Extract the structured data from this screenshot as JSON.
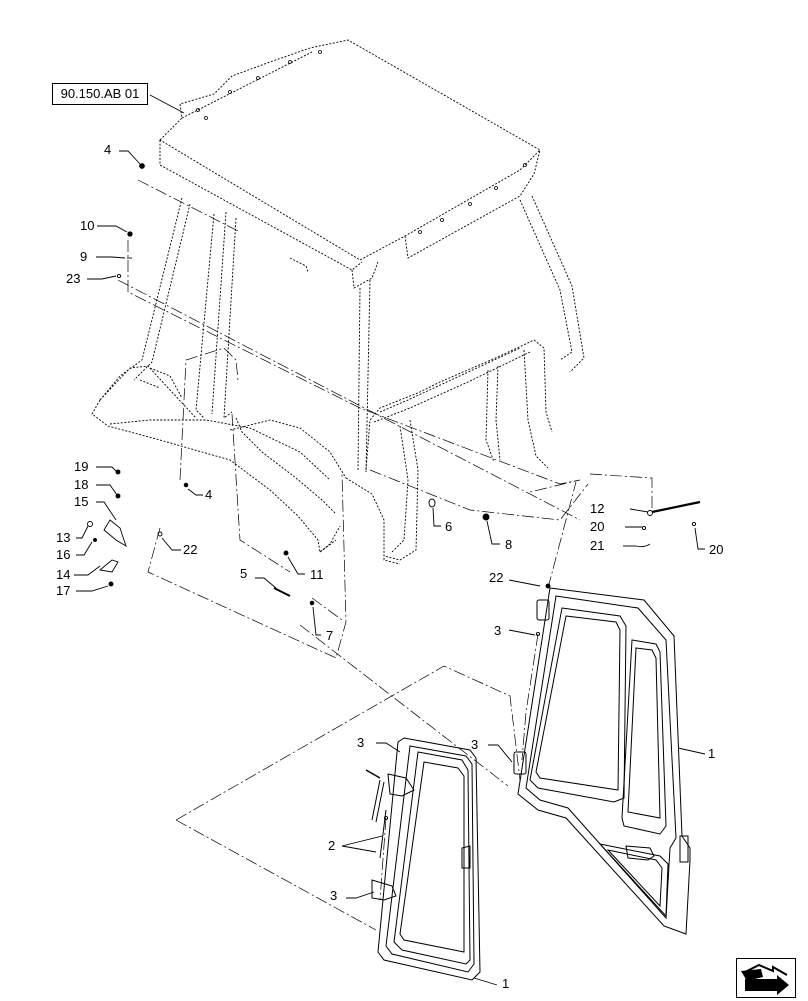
{
  "reference": {
    "label": "90.150.AB 01"
  },
  "callouts": {
    "c4a": "4",
    "c10": "10",
    "c9": "9",
    "c23": "23",
    "c19": "19",
    "c18": "18",
    "c15": "15",
    "c13": "13",
    "c16": "16",
    "c14": "14",
    "c17": "17",
    "c4b": "4",
    "c22a": "22",
    "c5": "5",
    "c11": "11",
    "c7": "7",
    "c6": "6",
    "c8": "8",
    "c12": "12",
    "c20a": "20",
    "c21": "21",
    "c20b": "20",
    "c22b": "22",
    "c3a": "3",
    "c3b": "3",
    "c3c": "3",
    "c1a": "1",
    "c2": "2",
    "c3d": "3",
    "c1b": "1"
  },
  "icons": {
    "navigation": "next-page-arrow-icon"
  },
  "colors": {
    "line": "#000000",
    "background": "#ffffff"
  }
}
